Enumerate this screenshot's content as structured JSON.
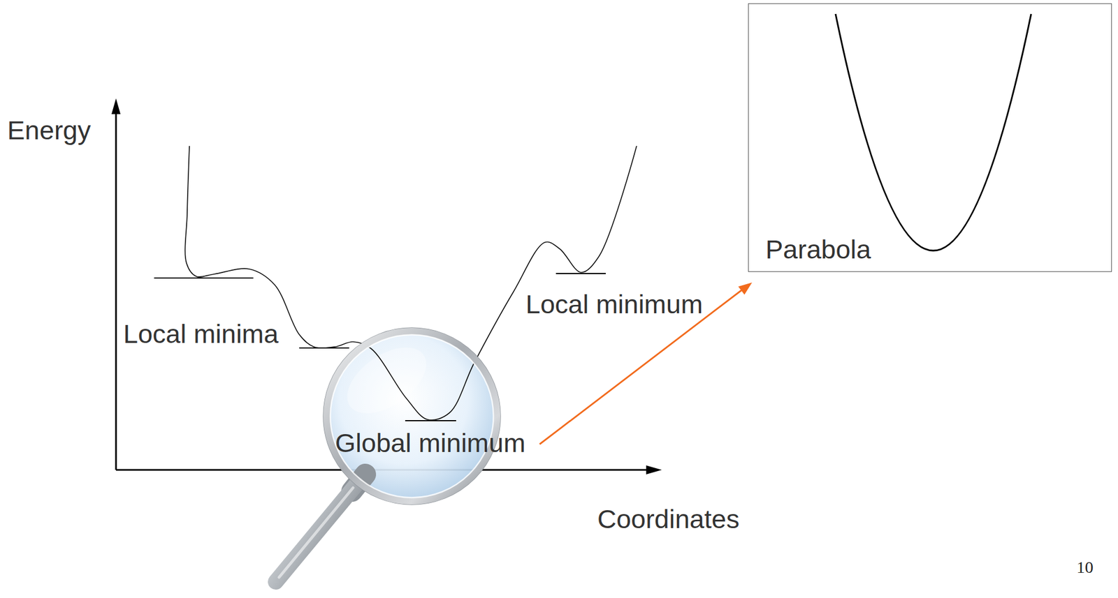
{
  "diagram": {
    "nodes": [
      {
        "text": [
          "Parabola"
        ]
      }
    ],
    "labels": [
      "Energy",
      "Local minimum",
      "Local minima",
      "Global minimum",
      "Coordinates",
      "10"
    ]
  }
}
